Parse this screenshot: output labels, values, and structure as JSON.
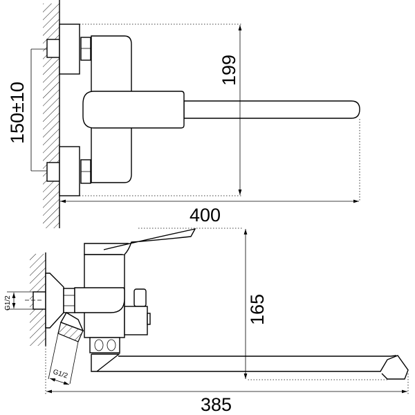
{
  "top_view": {
    "dim_height": "199",
    "dim_centers": "150±10",
    "dim_length": "400"
  },
  "side_view": {
    "dim_height": "165",
    "dim_length": "385",
    "thread_wall": "G1/2",
    "thread_hose": "G1/2"
  }
}
